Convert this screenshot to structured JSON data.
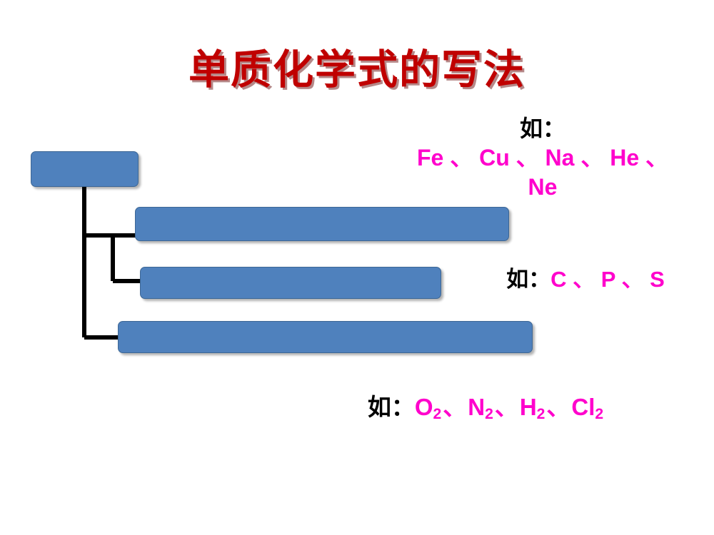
{
  "slide": {
    "title": "单质化学式的写法",
    "title_color": "#c00000",
    "background_color": "#ffffff"
  },
  "diagram": {
    "box_color": "#4f81bd",
    "connector_color": "#000000",
    "nodes": [
      {
        "id": "node-1",
        "label": ""
      },
      {
        "id": "node-2",
        "label": ""
      },
      {
        "id": "node-3",
        "label": ""
      },
      {
        "id": "node-4",
        "label": ""
      }
    ]
  },
  "examples": {
    "metals": {
      "lead": "如：",
      "items": "Fe 、 Cu 、 Na 、 He 、 Ne",
      "color": "#ff00cc"
    },
    "solid_nonmetals": {
      "lead": "如：",
      "items": "C 、 P 、 S",
      "color": "#ff00cc"
    },
    "gases": {
      "lead": "如：",
      "item_1_symbol": "O",
      "item_1_sub": "2",
      "sep_1": "、",
      "item_2_symbol": "N",
      "item_2_sub": "2",
      "sep_2": "、",
      "item_3_symbol": "H",
      "item_3_sub": "2",
      "sep_3": "、",
      "item_4_symbol": "Cl",
      "item_4_sub": "2",
      "color": "#ff00cc"
    }
  }
}
